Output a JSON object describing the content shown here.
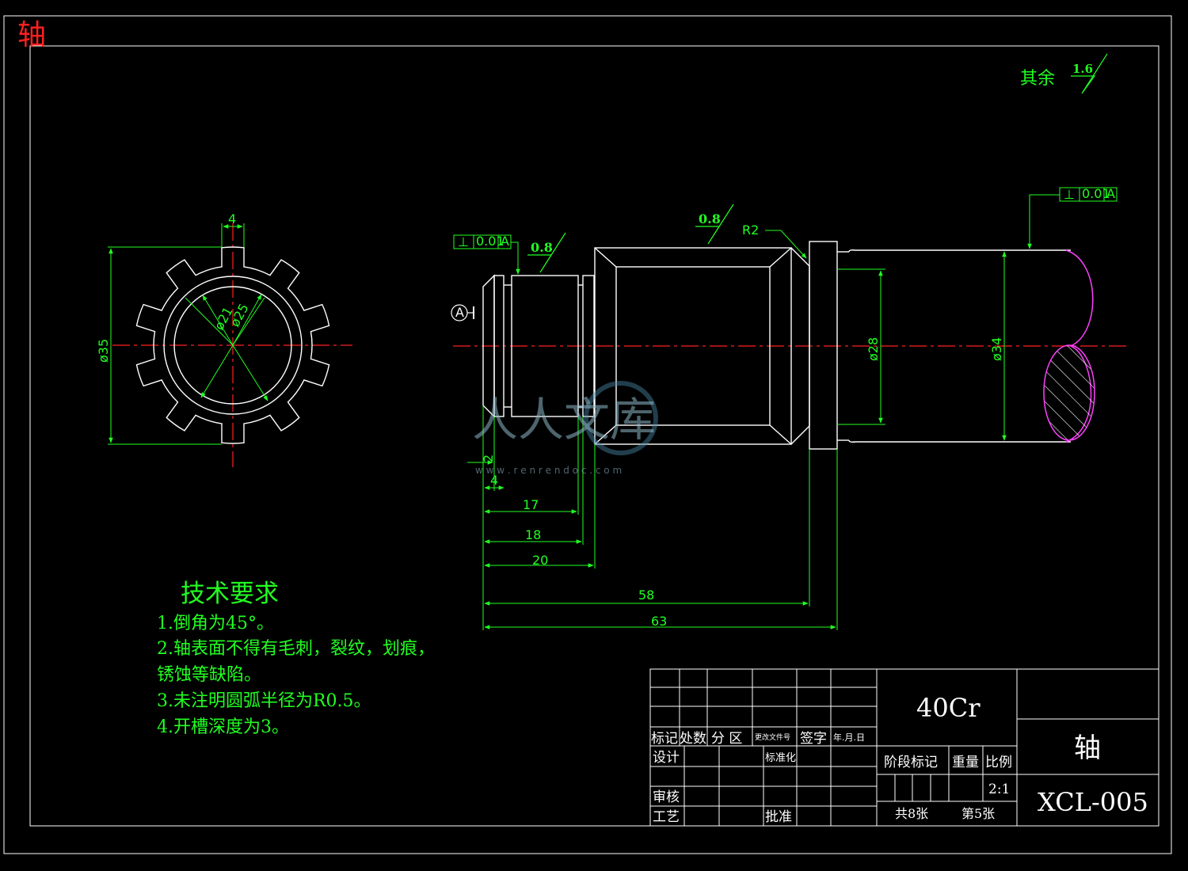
{
  "sheet": {
    "corner_title": "轴",
    "surface_note": {
      "prefix": "其余",
      "value": "1.6"
    }
  },
  "roughness": {
    "left": "0.8",
    "middle": "0.8"
  },
  "tolerance_frames": [
    {
      "symbol": "⊥",
      "value": "0.01",
      "datum": "A"
    },
    {
      "symbol": "⊥",
      "value": "0.01",
      "datum": "A"
    }
  ],
  "datum_label": "A",
  "radius_label": "R2",
  "section_dims": {
    "width": "4",
    "outer": "ø35",
    "inner1": "ø21",
    "inner2": "ø25"
  },
  "shaft_dims": {
    "d28": "ø28",
    "d34": "ø34",
    "h2": "2",
    "h4": "4",
    "h17": "17",
    "h18": "18",
    "h20": "20",
    "h58": "58",
    "h63": "63"
  },
  "requirements": {
    "title": "技术要求",
    "lines": [
      "1.倒角为45°。",
      "2.轴表面不得有毛刺，裂纹，划痕，",
      "锈蚀等缺陷。",
      "3.未注明圆弧半径为R0.5。",
      "4.开槽深度为3。"
    ]
  },
  "title_block": {
    "material": "40Cr",
    "part_name": "轴",
    "drawing_no": "XCL-005",
    "header": [
      "标记",
      "处数",
      "分 区",
      "更改文件号",
      "签字",
      "年.月.日"
    ],
    "design": "设计",
    "standard": "标准化",
    "review": "审核",
    "process": "工艺",
    "approve": "批准",
    "stage": "阶段标记",
    "weight": "重量",
    "scale_label": "比例",
    "scale": "2:1",
    "sheets_total": "共8张",
    "sheet_no": "第5张"
  },
  "watermark": {
    "text": "人人文库",
    "url": "w w w . r e n r e n d o c . c o m"
  }
}
